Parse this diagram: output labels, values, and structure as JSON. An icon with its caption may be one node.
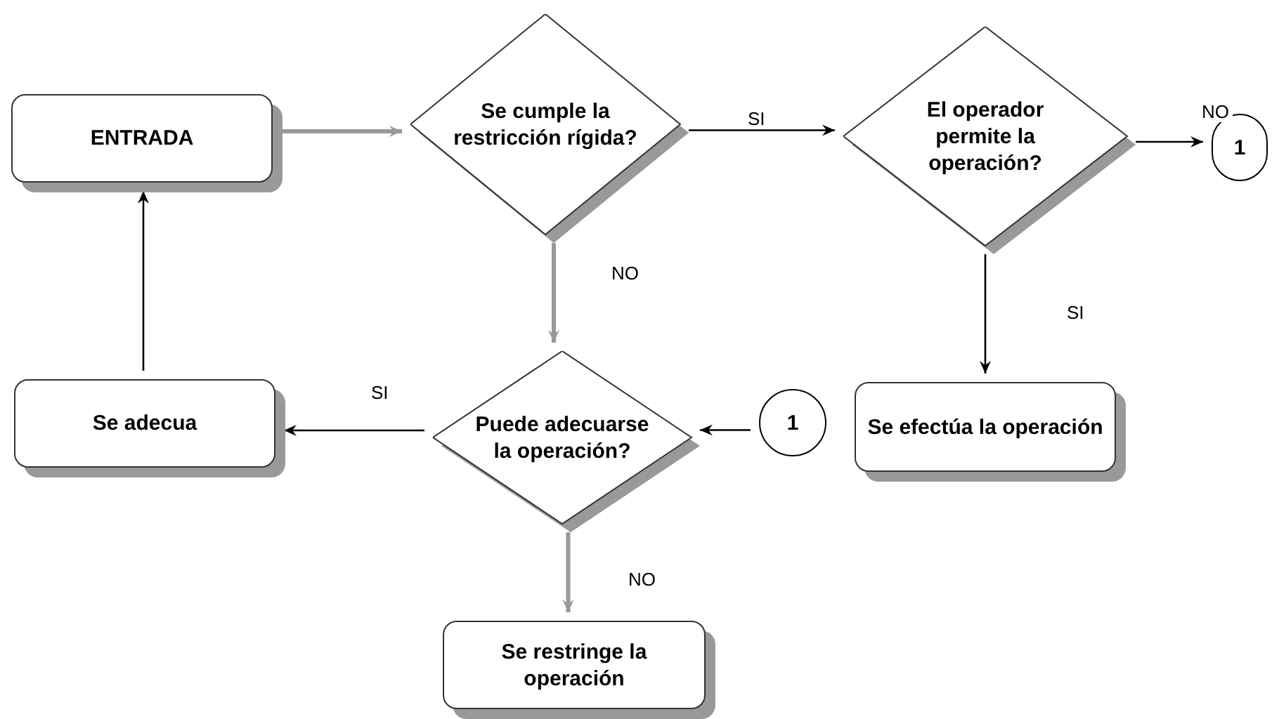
{
  "diagram": {
    "nodes": [
      {
        "text": [
          "ENTRADA"
        ]
      },
      {
        "text": [
          "Se cumple la restricción rígida?"
        ]
      },
      {
        "text": [
          "El operador permite la operación?"
        ]
      },
      {
        "text": [
          "1"
        ]
      },
      {
        "text": [
          "Se efectúa la operación"
        ]
      },
      {
        "text": [
          "1"
        ]
      },
      {
        "text": [
          "Puede adecuarse la operación?"
        ]
      },
      {
        "text": [
          "Se adecua"
        ]
      },
      {
        "text": [
          "Se restringe la operación"
        ]
      }
    ],
    "edges": [
      {
        "from": 0,
        "to": 1,
        "arrow": "to",
        "color": "#999999",
        "style": "thick"
      },
      {
        "from": 1,
        "to": 2,
        "arrow": "to",
        "label": "SI"
      },
      {
        "from": 2,
        "to": 3,
        "arrow": "to",
        "label": "NO"
      },
      {
        "from": 2,
        "to": 4,
        "arrow": "to",
        "label": "SI"
      },
      {
        "from": 1,
        "to": 6,
        "arrow": "to",
        "label": "NO",
        "color": "#999999",
        "style": "thick"
      },
      {
        "from": 5,
        "to": 6,
        "arrow": "to"
      },
      {
        "from": 6,
        "to": 7,
        "arrow": "to",
        "label": "SI"
      },
      {
        "from": 7,
        "to": 0,
        "arrow": "to"
      },
      {
        "from": 6,
        "to": 8,
        "arrow": "to",
        "label": "NO",
        "color": "#999999",
        "style": "thick"
      }
    ]
  }
}
